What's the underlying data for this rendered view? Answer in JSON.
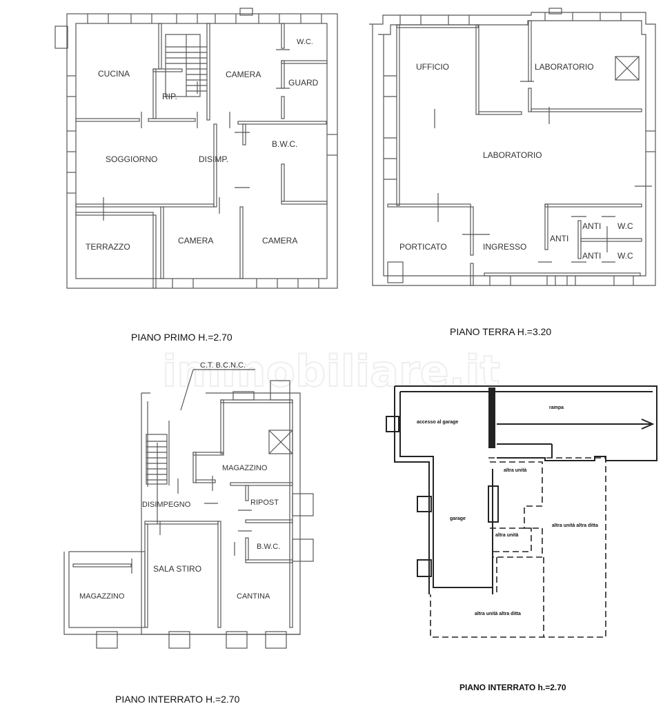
{
  "watermark": "immobiliare.it",
  "plans": {
    "piano_primo": {
      "title": "PIANO PRIMO H.=2.70",
      "rooms": {
        "cucina": "CUCINA",
        "rip": "RIP.",
        "camera_top": "CAMERA",
        "wc": "W.C.",
        "guard": "GUARD",
        "soggiorno": "SOGGIORNO",
        "disimp": "DISIMP.",
        "bwc": "B.W.C.",
        "terrazzo": "TERRAZZO",
        "camera_mid": "CAMERA",
        "camera_right": "CAMERA"
      }
    },
    "piano_terra": {
      "title": "PIANO TERRA H.=3.20",
      "rooms": {
        "ufficio": "UFFICIO",
        "laboratorio_top": "LABORATORIO",
        "laboratorio_main": "LABORATORIO",
        "porticato": "PORTICATO",
        "ingresso": "INGRESSO",
        "anti_left": "ANTI",
        "anti_top": "ANTI",
        "anti_bottom": "ANTI",
        "wc_top": "W.C",
        "wc_bottom": "W.C"
      }
    },
    "piano_interrato_1": {
      "title": "PIANO INTERRATO H.=2.70",
      "callout": "C.T. B.C.N.C.",
      "rooms": {
        "magazzino_top": "MAGAZZINO",
        "disimpegno": "DISIMPEGNO",
        "ripost": "RIPOST",
        "bwc": "B.W.C.",
        "magazzino_left": "MAGAZZINO",
        "sala_stiro": "SALA STIRO",
        "cantina": "CANTINA"
      }
    },
    "piano_interrato_2": {
      "title": "PIANO INTERRATO h.=2.70",
      "rooms": {
        "accesso_garage": "accesso al garage",
        "rampa": "rampa",
        "garage": "garage",
        "altra_unita_1": "altra unità",
        "altra_unita_2": "altra unità",
        "altra_unita_3": "altra unità altra ditta",
        "altra_unita_4": "altra unità altra ditta"
      }
    }
  }
}
